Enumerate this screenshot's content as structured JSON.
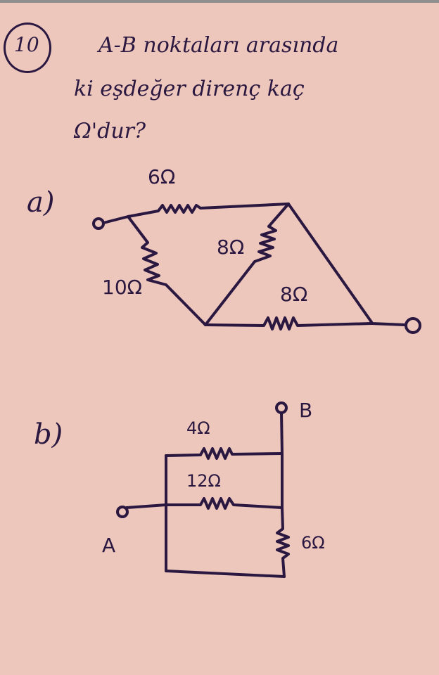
{
  "question": {
    "number": "10",
    "line1": "A-B noktaları arasında",
    "line2": "ki eşdeğer direnç kaç",
    "line3": "Ω'dur?"
  },
  "part_a": {
    "label": "a)",
    "resistors": {
      "top": "6Ω",
      "diagonal": "8Ω",
      "left": "10Ω",
      "bottom_right": "8Ω"
    }
  },
  "part_b": {
    "label": "b)",
    "resistors": {
      "top": "4Ω",
      "middle": "12Ω",
      "right": "6Ω"
    },
    "terminal_a": "A",
    "terminal_b": "B"
  }
}
